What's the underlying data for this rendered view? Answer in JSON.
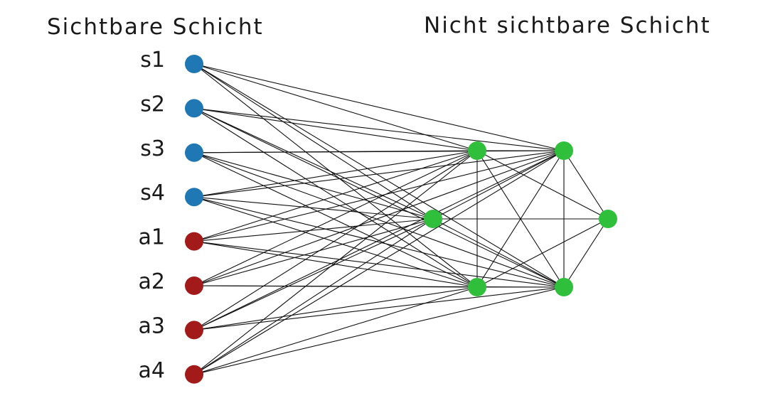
{
  "titles": {
    "visible_layer": "Sichtbare Schicht",
    "hidden_layer": "Nicht sichtbare Schicht"
  },
  "colors": {
    "state_node": "#1f77b4",
    "action_node": "#a31a1a",
    "hidden_node": "#2fbf3a",
    "edge": "#111111"
  },
  "input_nodes": [
    {
      "id": "s1",
      "label": "s1",
      "kind": "state"
    },
    {
      "id": "s2",
      "label": "s2",
      "kind": "state"
    },
    {
      "id": "s3",
      "label": "s3",
      "kind": "state"
    },
    {
      "id": "s4",
      "label": "s4",
      "kind": "state"
    },
    {
      "id": "a1",
      "label": "a1",
      "kind": "action"
    },
    {
      "id": "a2",
      "label": "a2",
      "kind": "action"
    },
    {
      "id": "a3",
      "label": "a3",
      "kind": "action"
    },
    {
      "id": "a4",
      "label": "a4",
      "kind": "action"
    }
  ],
  "hidden_nodes": [
    {
      "id": "h1"
    },
    {
      "id": "h2"
    },
    {
      "id": "h3"
    },
    {
      "id": "h4"
    },
    {
      "id": "h5"
    },
    {
      "id": "h6"
    }
  ],
  "edges": {
    "inputs_to": [
      "h1",
      "h2",
      "h3",
      "h4",
      "h5"
    ],
    "hidden_pairs": [
      [
        "h1",
        "h4"
      ],
      [
        "h1",
        "h5"
      ],
      [
        "h1",
        "h6"
      ],
      [
        "h1",
        "h3"
      ],
      [
        "h2",
        "h4"
      ],
      [
        "h2",
        "h5"
      ],
      [
        "h2",
        "h6"
      ],
      [
        "h3",
        "h4"
      ],
      [
        "h3",
        "h5"
      ],
      [
        "h3",
        "h6"
      ],
      [
        "h4",
        "h5"
      ],
      [
        "h4",
        "h6"
      ],
      [
        "h5",
        "h6"
      ]
    ]
  }
}
